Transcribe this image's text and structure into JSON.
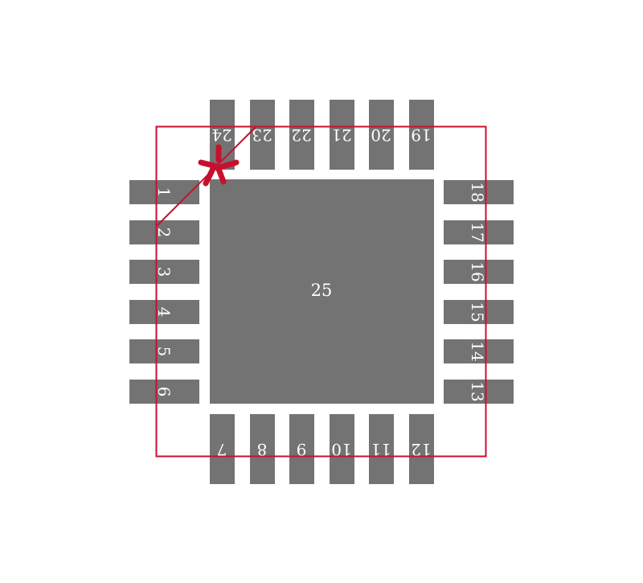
{
  "colors": {
    "pad": "#737373",
    "outline": "#c8102e",
    "text": "#ffffff",
    "background": "#ffffff"
  },
  "center_pad": {
    "label": "25"
  },
  "pins": {
    "left": [
      "1",
      "2",
      "3",
      "4",
      "5",
      "6"
    ],
    "bottom": [
      "7",
      "8",
      "9",
      "10",
      "11",
      "12"
    ],
    "right": [
      "13",
      "14",
      "15",
      "16",
      "17",
      "18"
    ],
    "top": [
      "19",
      "20",
      "21",
      "22",
      "23",
      "24"
    ]
  },
  "pin1_marker": "asterisk"
}
